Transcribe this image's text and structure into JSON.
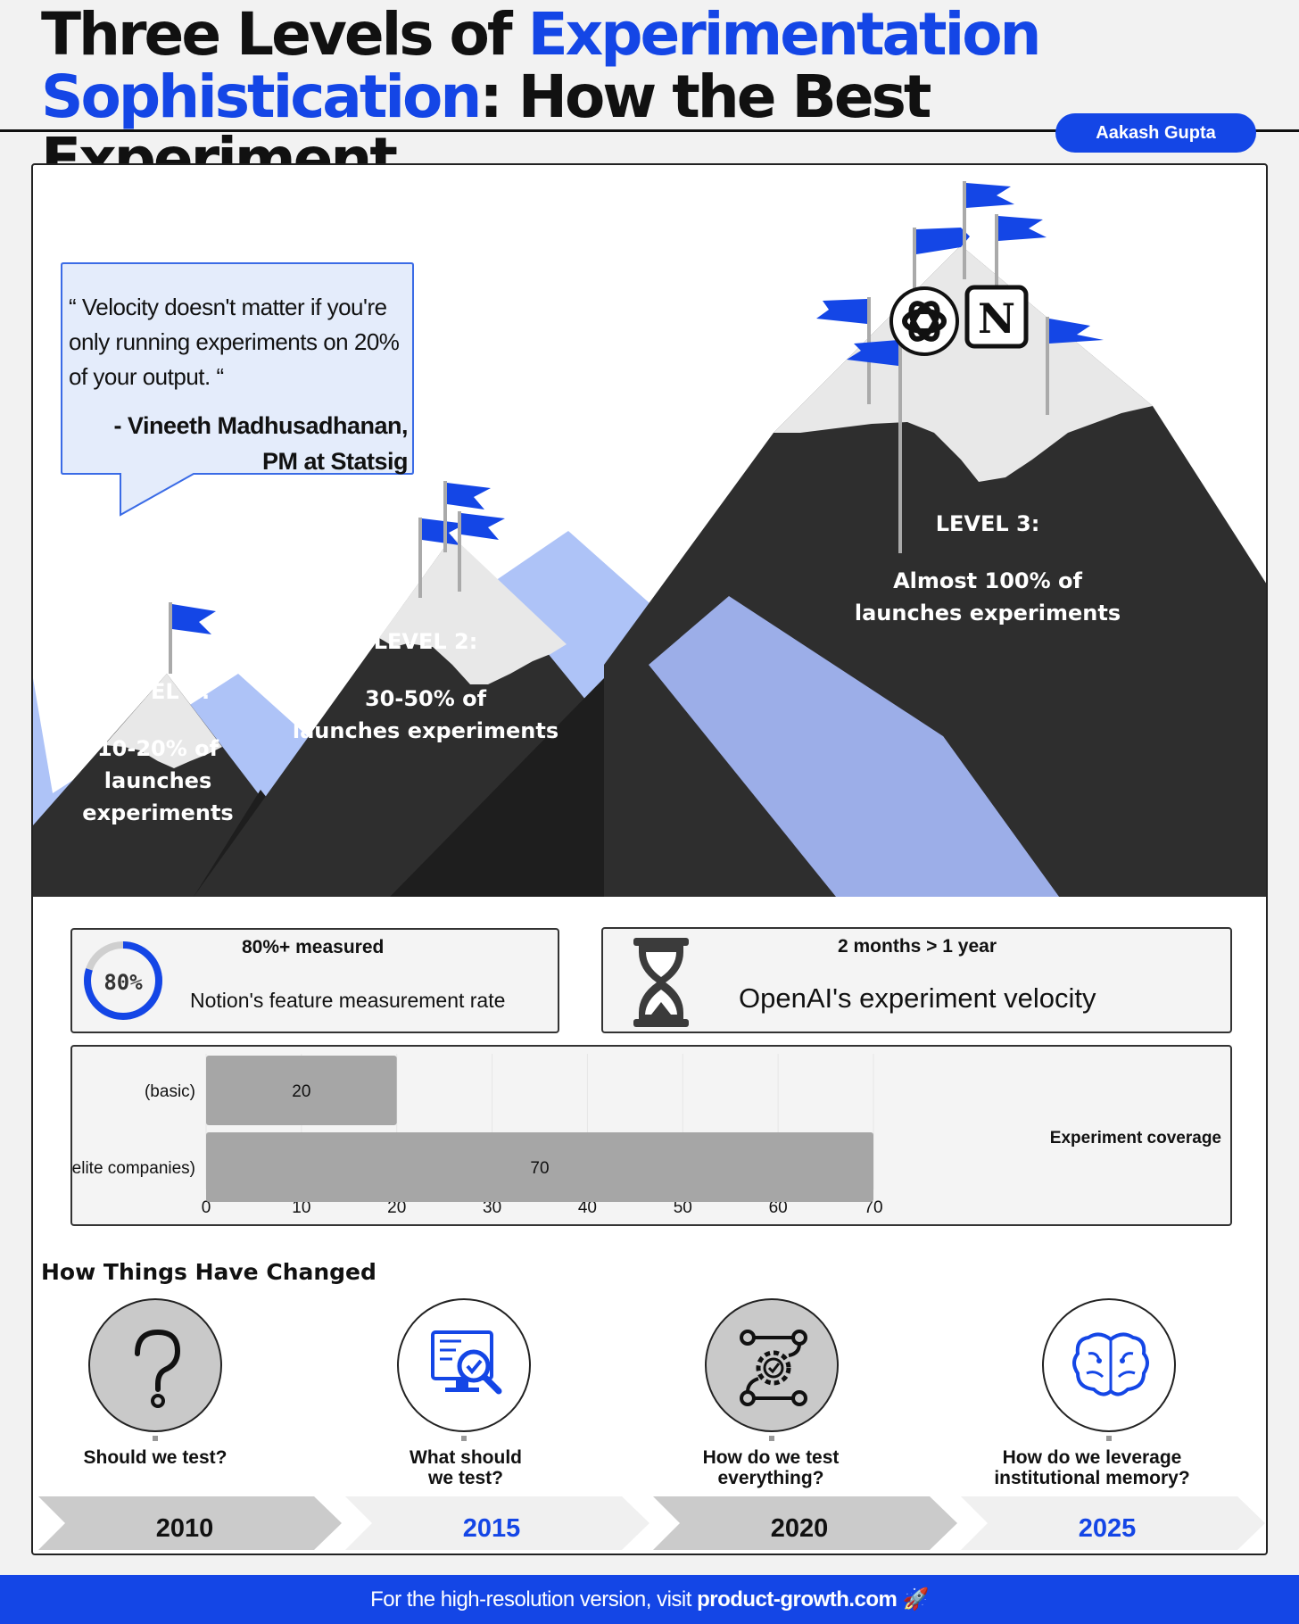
{
  "header": {
    "title_line1_a": "Three Levels of ",
    "title_line1_b": "Experimentation",
    "title_line2_a": "Sophistication",
    "title_line2_b": ": How the Best Experiment",
    "author": "Aakash Gupta"
  },
  "quote": {
    "text": "“ Velocity doesn't matter if you're only running experiments on 20% of your output. “",
    "author_line1": "- Vineeth Madhusadhanan,",
    "author_line2": "PM at Statsig"
  },
  "levels": [
    {
      "label": "LEVEL 1:",
      "desc_line1": "10-20% of",
      "desc_line2": "launches experiments"
    },
    {
      "label": "LEVEL 2:",
      "desc_line1": "30-50% of",
      "desc_line2": "launches experiments"
    },
    {
      "label": "LEVEL 3:",
      "desc_line1": "Almost 100% of",
      "desc_line2": "launches experiments"
    }
  ],
  "logos": {
    "openai": "openai-logo",
    "notion": "N"
  },
  "stats": {
    "notion": {
      "headline": "80%+ measured",
      "ring_value": "80%",
      "ring_fraction": 0.8,
      "caption": "Notion's feature measurement rate"
    },
    "openai": {
      "headline": "2 months > 1 year",
      "caption": "OpenAI's experiment velocity",
      "icon": "hourglass-icon"
    }
  },
  "chart_data": {
    "type": "bar",
    "orientation": "horizontal",
    "categories": [
      "(basic)",
      "(elite companies)"
    ],
    "values": [
      20,
      70
    ],
    "data_labels": [
      "20",
      "70"
    ],
    "legend": "Experiment coverage",
    "xlim": [
      0,
      70
    ],
    "xticks": [
      0,
      10,
      20,
      30,
      40,
      50,
      60,
      70
    ],
    "bar_color": "#a6a6a6"
  },
  "timeline": {
    "title": "How Things Have Changed",
    "items": [
      {
        "year": "2010",
        "q1": "Should we test?",
        "q2": "",
        "icon": "question-icon"
      },
      {
        "year": "2015",
        "q1": "What should",
        "q2": "we test?",
        "icon": "magnify-screen-icon"
      },
      {
        "year": "2020",
        "q1": "How do we test",
        "q2": "everything?",
        "icon": "gear-flow-icon"
      },
      {
        "year": "2025",
        "q1": "How do we leverage",
        "q2": "institutional memory?",
        "icon": "brain-icon"
      }
    ]
  },
  "footer": {
    "text": "For the high-resolution version, visit ",
    "link": "product-growth.com",
    "emoji": "🚀"
  },
  "colors": {
    "accent": "#1446e6",
    "dark": "#2e2e2e",
    "light_blue": "#aec3f7",
    "snow": "#e8e8e8"
  }
}
